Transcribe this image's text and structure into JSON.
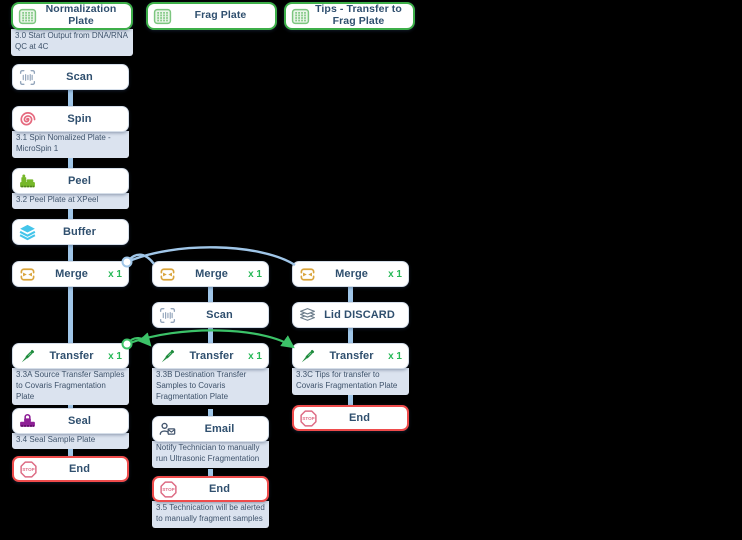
{
  "plates": {
    "normalization": {
      "label": "Normalization Plate",
      "caption": "3.0 Start Output from DNA/RNA QC at 4C"
    },
    "frag": {
      "label": "Frag Plate"
    },
    "tips": {
      "label": "Tips - Transfer to Frag Plate"
    }
  },
  "nodes": {
    "scan_a": {
      "label": "Scan"
    },
    "spin": {
      "label": "Spin",
      "caption": "3.1 Spin Nomalized Plate - MicroSpin 1"
    },
    "peel": {
      "label": "Peel",
      "caption": "3.2 Peel Plate at XPeel"
    },
    "buffer": {
      "label": "Buffer"
    },
    "merge_a": {
      "label": "Merge",
      "count": "x 1"
    },
    "merge_b": {
      "label": "Merge",
      "count": "x 1"
    },
    "merge_c": {
      "label": "Merge",
      "count": "x 1"
    },
    "scan_b": {
      "label": "Scan"
    },
    "lid_discard": {
      "label": "Lid DISCARD"
    },
    "transfer_a": {
      "label": "Transfer",
      "count": "x 1",
      "caption": "3.3A Source Transfer Samples to Covaris Fragmentation Plate"
    },
    "transfer_b": {
      "label": "Transfer",
      "count": "x 1",
      "caption": "3.3B Destination Transfer Samples to Covaris Fragmentation Plate"
    },
    "transfer_c": {
      "label": "Transfer",
      "count": "x 1",
      "caption": "3.3C Tips for transfer to Covaris Fragmentation Plate"
    },
    "seal": {
      "label": "Seal",
      "caption": "3.4 Seal Sample Plate"
    },
    "email": {
      "label": "Email",
      "caption": "Notify Technician to manually run Ultrasonic Fragmentation"
    },
    "end_a": {
      "label": "End"
    },
    "end_b": {
      "label": "End",
      "caption": "3.5 Technication will be alerted to manually fragment samples"
    },
    "end_c": {
      "label": "End"
    }
  },
  "icons": {
    "plate": "grid-plate-icon",
    "scan": "barcode-scan-icon",
    "spin": "spiral-icon",
    "peel": "peeler-machine-icon",
    "buffer": "layers-icon",
    "merge": "merge-arrows-icon",
    "transfer": "pipette-icon",
    "seal": "sealer-machine-icon",
    "email": "notify-person-letter-icon",
    "end": "stop-sign-icon",
    "lid_discard": "lid-stack-icon"
  },
  "colors": {
    "background": "#000000",
    "node_border": "#d5dee9",
    "plate_border": "#3dae49",
    "end_border": "#ee4b4b",
    "label_text": "#2f4f6e",
    "count_green": "#27b857",
    "caption_bg": "#dbe3ef",
    "caption_text": "#3f536b",
    "connector_blue": "#a0c6e8",
    "connector_green": "#3cc268",
    "merge_icon_gold": "#d9a43b",
    "spin_icon_pink": "#e5697e",
    "peel_icon_green": "#76b82a",
    "buffer_icon_blue": "#45c5ea",
    "transfer_icon_green": "#1f8a3d",
    "seal_icon_purple": "#8e1f96",
    "stop_icon_pink": "#dd6b84"
  }
}
